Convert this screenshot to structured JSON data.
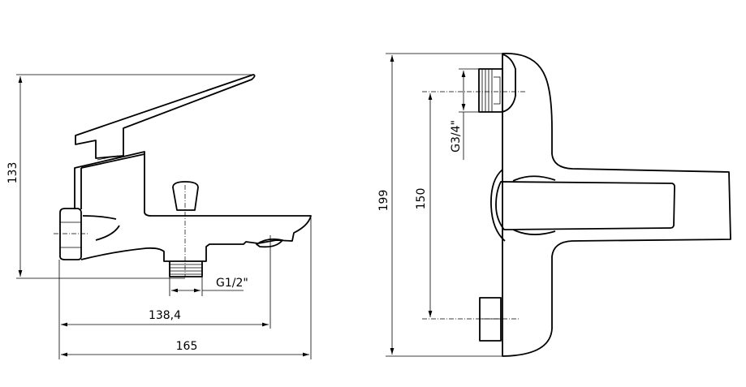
{
  "side_view": {
    "height_label": "133",
    "outlet_distance_label": "138,4",
    "total_length_label": "165",
    "outlet_thread_label": "G1/2\""
  },
  "front_view": {
    "total_height_label": "199",
    "connection_spacing_label": "150",
    "inlet_thread_label": "G3/4\""
  }
}
